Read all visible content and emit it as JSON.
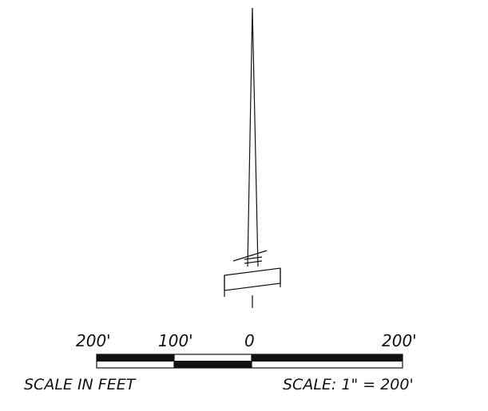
{
  "north_arrow": {
    "label": ""
  },
  "bar_scale": {
    "tick_labels": [
      "200'",
      "100'",
      "0",
      "200'"
    ],
    "caption_left": "SCALE IN FEET",
    "caption_right": "SCALE: 1\" = 200'"
  },
  "colors": {
    "ink": "#111111",
    "paper": "#ffffff"
  }
}
